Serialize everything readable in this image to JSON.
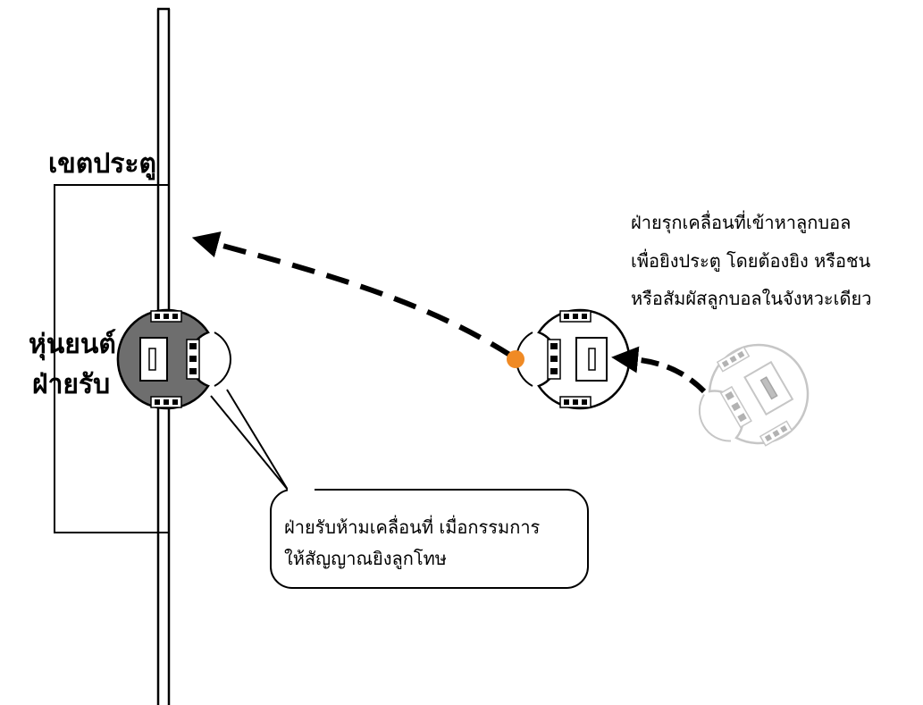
{
  "labels": {
    "goal_area": "เขตประตู",
    "defender_line1": "หุ่นยนต์",
    "defender_line2": "ฝ่ายรับ"
  },
  "notes": {
    "attacker": [
      "ฝ่ายรุกเคลื่อนที่เข้าหาลูกบอล",
      "เพื่อยิงประตู โดยต้องยิง หรือชน",
      "หรือสัมผัสลูกบอลในจังหวะเดียว"
    ],
    "defender": [
      "ฝ่ายรับห้ามเคลื่อนที่ เมื่อกรรมการ",
      "ให้สัญญาณยิงลูกโทษ"
    ]
  },
  "colors": {
    "defender_body": "#6e6e6e",
    "attacker_body": "#ffffff",
    "ghost_robot": "#c8c8c8",
    "ball": "#f08a24",
    "line": "#000000"
  }
}
